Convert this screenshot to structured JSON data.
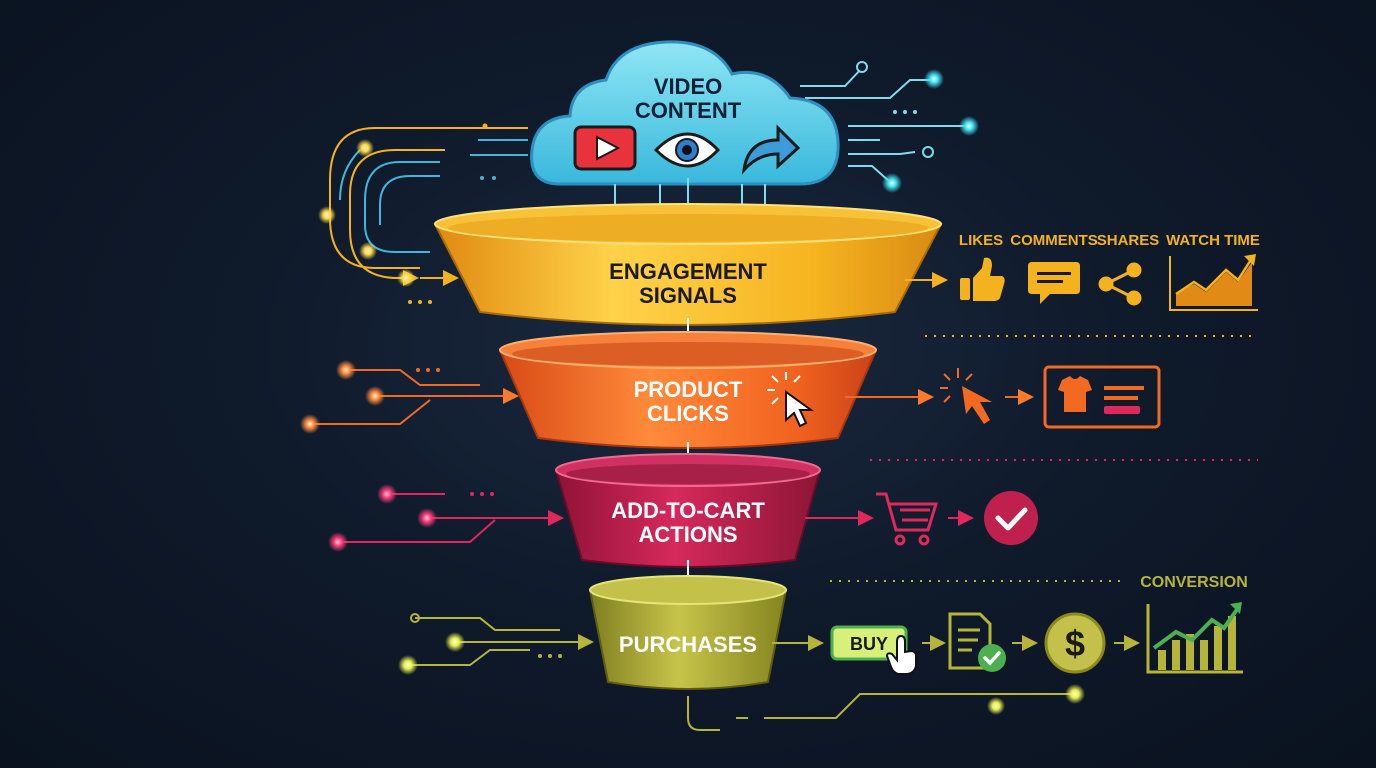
{
  "cloud": {
    "title_line1": "VIDEO",
    "title_line2": "CONTENT",
    "icons": [
      "play-icon",
      "eye-icon",
      "share-arrow-icon"
    ]
  },
  "stages": [
    {
      "line1": "ENGAGEMENT",
      "line2": "SIGNALS",
      "color": "#f4b21e"
    },
    {
      "line1": "PRODUCT",
      "line2": "CLICKS",
      "color": "#f26a22"
    },
    {
      "line1": "ADD-TO-CART",
      "line2": "ACTIONS",
      "color": "#c0204e"
    },
    {
      "line1": "PURCHASES",
      "line2": "",
      "color": "#b7b43a"
    }
  ],
  "engagement_metrics": {
    "likes": "LIKES",
    "comments": "COMMENTS",
    "shares": "SHARES",
    "watch_time": "WATCH TIME"
  },
  "purchase_flow": {
    "buy_label": "BUY",
    "dollar_symbol": "$",
    "conversion_label": "CONVERSION"
  },
  "colors": {
    "background": "#0f1a2b",
    "engagement": "#f4b21e",
    "clicks": "#f26a22",
    "cart": "#e0285a",
    "purchase": "#b7b43a",
    "cyan": "#3fd6e8"
  }
}
